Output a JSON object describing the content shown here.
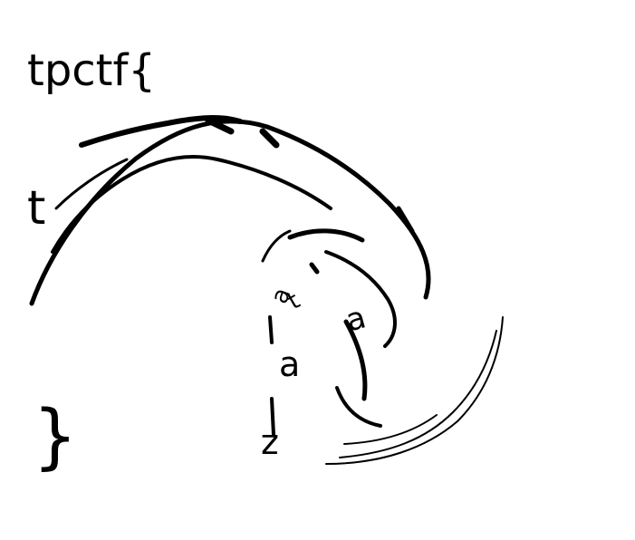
{
  "text": {
    "prefix": "tpctf{",
    "lone_t": "t",
    "closing_brace": "}"
  },
  "glyphs": {
    "warp_1": "a",
    "warp_2": "t",
    "warp_3": "a",
    "warp_4": "z"
  },
  "colors": {
    "background": "#ffffff",
    "ink": "#000000"
  }
}
